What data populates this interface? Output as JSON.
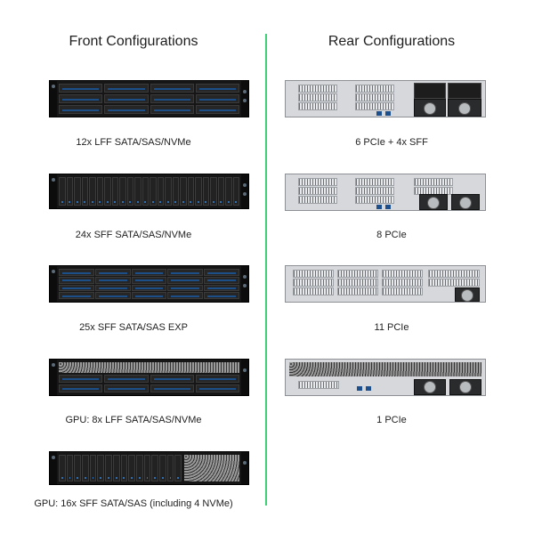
{
  "front": {
    "title": "Front Configurations",
    "items": [
      {
        "caption": "12x LFF SATA/SAS/NVMe"
      },
      {
        "caption": "24x SFF SATA/SAS/NVMe"
      },
      {
        "caption": "25x SFF SATA/SAS EXP"
      },
      {
        "caption": "GPU: 8x LFF SATA/SAS/NVMe"
      },
      {
        "caption": "GPU: 16x SFF SATA/SAS (including 4 NVMe)"
      }
    ]
  },
  "rear": {
    "title": "Rear Configurations",
    "items": [
      {
        "caption": "6 PCIe + 4x SFF"
      },
      {
        "caption": "8 PCIe"
      },
      {
        "caption": "11 PCIe"
      },
      {
        "caption": "1 PCIe"
      }
    ]
  },
  "colors": {
    "divider": "#3fcf74",
    "chassis_dark": "#161616",
    "rear_panel": "#d6d8db",
    "accent_blue": "#1a5aa0"
  }
}
